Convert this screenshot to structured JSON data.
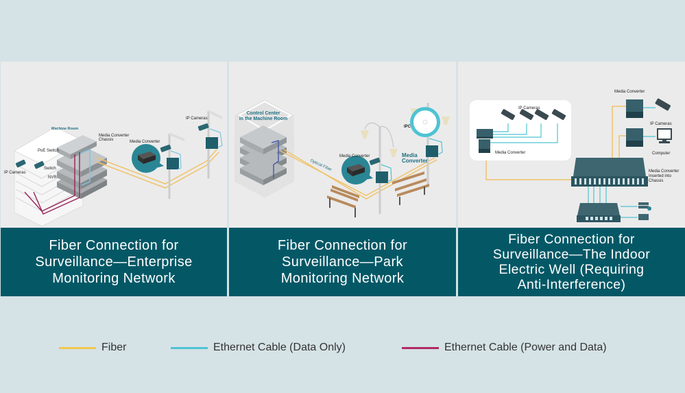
{
  "panels": [
    {
      "caption": [
        "Fiber Connection for",
        "Surveillance—Enterprise",
        "Monitoring Network"
      ],
      "labels": {
        "machine_room": "Machine Room",
        "poe_switch": "PoE Switch",
        "switch": "Switch",
        "nvr": "NVR",
        "ip_cameras_left": "IP Cameras",
        "chassis": [
          "Media Converter",
          "Chassis"
        ],
        "media_converter": "Media Converter",
        "ip_cameras_right": "IP Cameras"
      }
    },
    {
      "caption": [
        "Fiber Connection for",
        "Surveillance—Park",
        "Monitoring Network"
      ],
      "labels": {
        "control_center": [
          "Control Center",
          "in the Machine Room"
        ],
        "optical_fiber": "Optical Fiber",
        "media_converter": "Media Converter",
        "ipc": "IPC",
        "media_converter_big": [
          "Media",
          "Converter"
        ]
      }
    },
    {
      "caption": [
        "Fiber Connection for",
        "Surveillance—The Indoor",
        "Electric Well (Requiring",
        "Anti-Interference)"
      ],
      "labels": {
        "ip_cameras_group": "IP Cameras",
        "media_converter_left": "Media Converter",
        "media_converter_top": "Media Converter",
        "ip_cameras_right": "IP Cameras",
        "computer": "Computer",
        "chassis": [
          "Media Converter",
          "Inserted into",
          "Chassis"
        ]
      }
    }
  ],
  "legend": [
    {
      "label": "Fiber",
      "color": "#f1c74f"
    },
    {
      "label": "Ethernet Cable (Data Only)",
      "color": "#4ec3d3"
    },
    {
      "label": "Ethernet Cable (Power and Data)",
      "color": "#b02a64"
    }
  ],
  "colors": {
    "caption_bg": "#045866",
    "panel_bg": "#ebebeb",
    "page_bg": "#d5e2e6",
    "device_teal": "#2a6672",
    "device_gray": "#9ea3a6"
  }
}
